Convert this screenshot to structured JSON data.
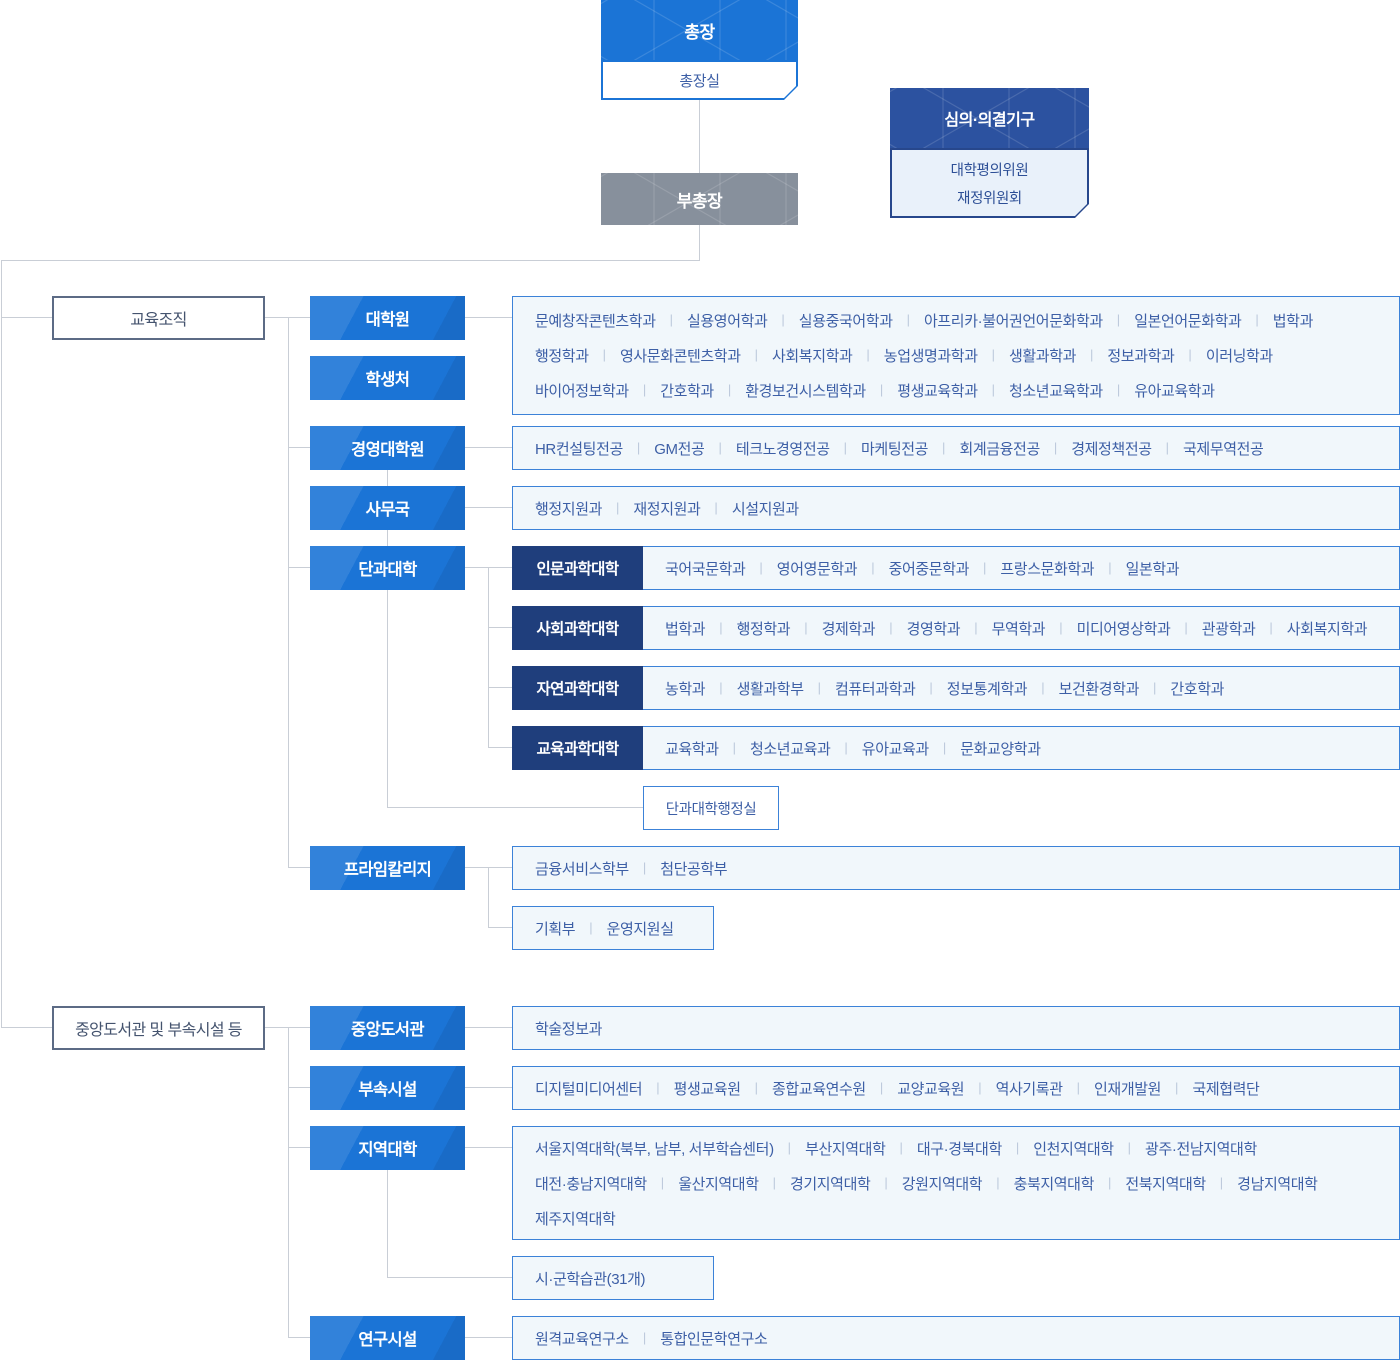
{
  "chart": {
    "president": {
      "label": "총장",
      "office": "총장실"
    },
    "vice_president": {
      "label": "부총장"
    },
    "council": {
      "label": "심의·의결기구",
      "items": [
        "대학평의위원",
        "재정위원회"
      ]
    },
    "section_education": {
      "label": "교육조직",
      "graduate_school": {
        "label": "대학원",
        "rows": [
          [
            "문예창작콘텐츠학과",
            "실용영어학과",
            "실용중국어학과",
            "아프리카·불어권언어문화학과",
            "일본언어문화학과",
            "법학과"
          ],
          [
            "행정학과",
            "영사문화콘텐츠학과",
            "사회복지학과",
            "농업생명과학과",
            "생활과학과",
            "정보과학과",
            "이러닝학과"
          ],
          [
            "바이어정보학과",
            "간호학과",
            "환경보건시스템학과",
            "평생교육학과",
            "청소년교육학과",
            "유아교육학과"
          ]
        ]
      },
      "student_affairs": {
        "label": "학생처"
      },
      "business_graduate_school": {
        "label": "경영대학원",
        "rows": [
          [
            "HR컨설팅전공",
            "GM전공",
            "테크노경영전공",
            "마케팅전공",
            "회계금융전공",
            "경제정책전공",
            "국제무역전공"
          ]
        ]
      },
      "administration_bureau": {
        "label": "사무국",
        "rows": [
          [
            "행정지원과",
            "재정지원과",
            "시설지원과"
          ]
        ]
      },
      "colleges_group": {
        "label": "단과대학",
        "colleges": [
          {
            "label": "인문과학대학",
            "rows": [
              [
                "국어국문학과",
                "영어영문학과",
                "중어중문학과",
                "프랑스문화학과",
                "일본학과"
              ]
            ]
          },
          {
            "label": "사회과학대학",
            "rows": [
              [
                "법학과",
                "행정학과",
                "경제학과",
                "경영학과",
                "무역학과",
                "미디어영상학과",
                "관광학과",
                "사회복지학과"
              ]
            ]
          },
          {
            "label": "자연과학대학",
            "rows": [
              [
                "농학과",
                "생활과학부",
                "컴퓨터과학과",
                "정보통계학과",
                "보건환경학과",
                "간호학과"
              ]
            ]
          },
          {
            "label": "교육과학대학",
            "rows": [
              [
                "교육학과",
                "청소년교육과",
                "유아교육과",
                "문화교양학과"
              ]
            ]
          }
        ],
        "admin_office": "단과대학행정실"
      },
      "prime_college": {
        "label": "프라임칼리지",
        "rows": [
          [
            "금융서비스학부",
            "첨단공학부"
          ]
        ],
        "sub_rows": [
          [
            "기획부",
            "운영지원실"
          ]
        ]
      }
    },
    "section_library": {
      "label": "중앙도서관 및 부속시설 등",
      "central_library": {
        "label": "중앙도서관",
        "rows": [
          [
            "학술정보과"
          ]
        ]
      },
      "annex_facilities": {
        "label": "부속시설",
        "rows": [
          [
            "디지털미디어센터",
            "평생교육원",
            "종합교육연수원",
            "교양교육원",
            "역사기록관",
            "인재개발원",
            "국제협력단"
          ]
        ]
      },
      "regional_campuses": {
        "label": "지역대학",
        "rows": [
          [
            "서울지역대학(북부, 남부, 서부학습센터)",
            "부산지역대학",
            "대구·경북대학",
            "인천지역대학",
            "광주·전남지역대학"
          ],
          [
            "대전·충남지역대학",
            "울산지역대학",
            "경기지역대학",
            "강원지역대학",
            "충북지역대학",
            "전북지역대학",
            "경남지역대학"
          ],
          [
            "제주지역대학"
          ]
        ],
        "learning_centers": "시·군학습관(31개)"
      },
      "research_facilities": {
        "label": "연구시설",
        "rows": [
          [
            "원격교육연구소",
            "통합인문학연구소"
          ]
        ]
      }
    },
    "colors": {
      "primary_blue": "#1b74d6",
      "college_navy": "#1f3e7c",
      "council_navy": "#2c52a0",
      "vice_gray": "#87909c",
      "list_bg": "#f1f7fb",
      "list_border": "#3c82d8",
      "list_text": "#3d5fa6",
      "connector": "#c9ced6"
    }
  }
}
